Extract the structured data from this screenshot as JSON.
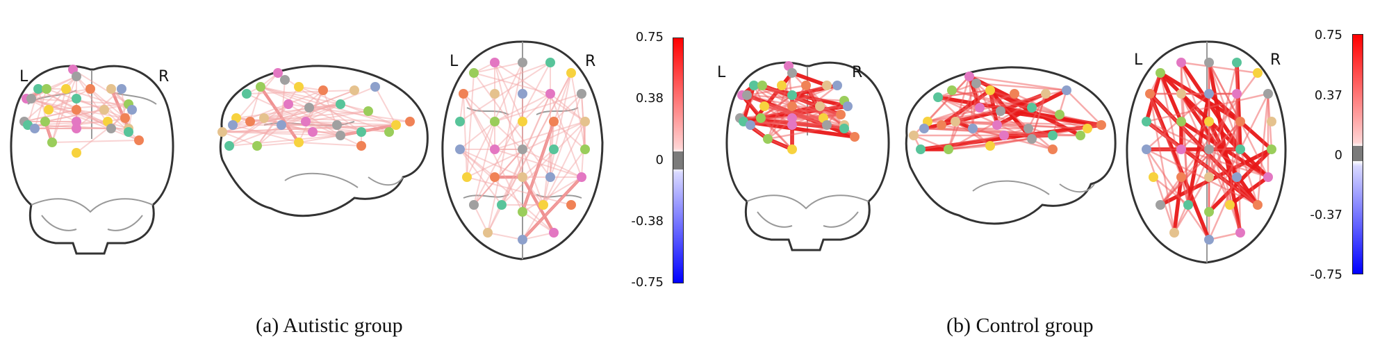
{
  "panels": [
    {
      "id": "a",
      "caption": "(a) Autistic group",
      "left_label": "L",
      "right_label": "R",
      "colorbar_ticks": [
        "0.75",
        "0.38",
        "0",
        "-0.38",
        "-0.75"
      ],
      "edge_color": "#f4a7a7",
      "strong_edge_color": "#ee8b8b"
    },
    {
      "id": "b",
      "caption": "(b) Control group",
      "left_label": "L",
      "right_label": "R",
      "colorbar_ticks": [
        "0.75",
        "0.37",
        "0",
        "-0.37",
        "-0.75"
      ],
      "edge_color": "#f05a5a",
      "strong_edge_color": "#e81818"
    }
  ],
  "node_colors": [
    "#e377c2",
    "#a0a0a0",
    "#58c49a",
    "#9acd5b",
    "#f7d23e",
    "#f08256",
    "#e5c28e",
    "#8da0cb"
  ]
}
